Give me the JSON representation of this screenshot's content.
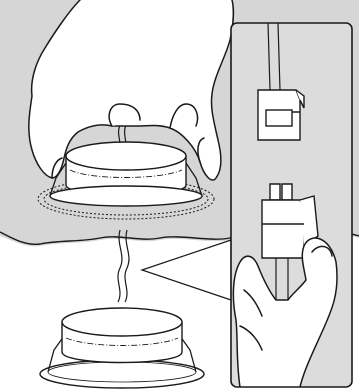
{
  "figure": {
    "kind": "installation-instruction-line-drawing",
    "colors": {
      "ink": "#1a1a1a",
      "ceiling": "#d6d6d6",
      "inset_background": "#dcdcdc",
      "paper": "#ffffff"
    },
    "parts": [
      "downlight-installed-in-ceiling",
      "hand-pressing-downlight",
      "spring-clip",
      "ceiling-cutout",
      "supply-cable",
      "downlight-below-ceiling",
      "detail-inset",
      "cable-connector-socket",
      "cable-connector-plug",
      "hand-holding-connector"
    ]
  }
}
